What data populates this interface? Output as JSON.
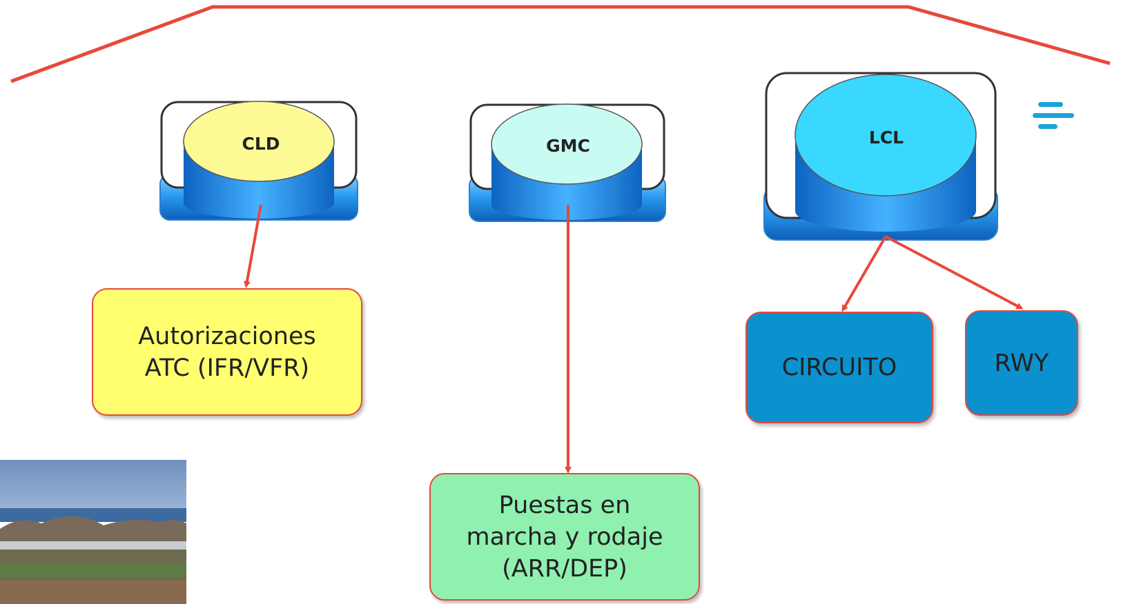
{
  "units": {
    "cld": "CLD",
    "gmc": "GMC",
    "lcl": "LCL"
  },
  "boxes": {
    "cld": "Autorizaciones\nATC (IFR/VFR)",
    "gmc": "Puestas en\nmarcha y rodaje\n(ARR/DEP)",
    "circuito": "CIRCUITO",
    "rwy": "RWY"
  },
  "colors": {
    "line": "#e8483a",
    "cld_box": "#ffff70",
    "gmc_box": "#90f0b0",
    "lcl_box": "#0c91cf",
    "cld_disc": "#fdfa96",
    "gmc_disc": "#c8fbf2",
    "lcl_disc": "#3ad8ff",
    "base_blue": "#1f8fe0"
  },
  "icons": {
    "menu": "menu-icon",
    "photo": "landscape-photo"
  }
}
